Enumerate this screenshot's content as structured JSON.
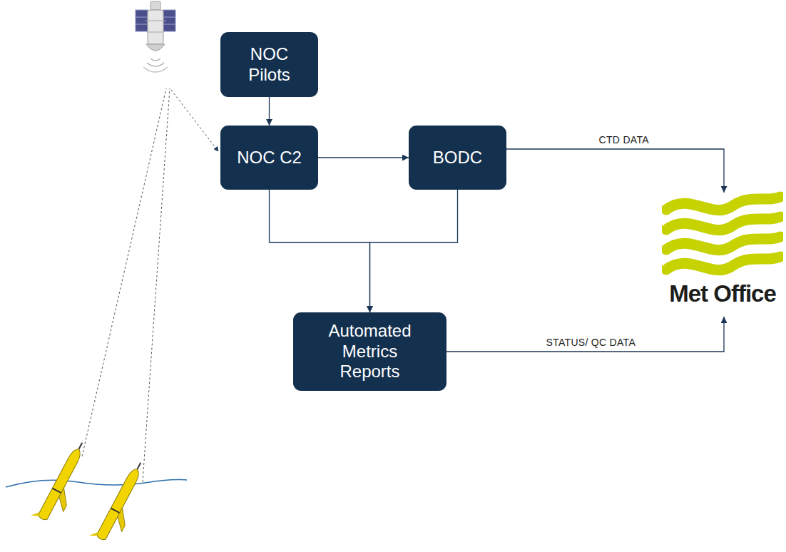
{
  "diagram": {
    "nodes": [
      {
        "text": [
          "NOC Pilots"
        ]
      },
      {
        "text": [
          "NOC C2"
        ]
      },
      {
        "text": [
          "BODC"
        ]
      },
      {
        "text": [
          "Automated Metrics Reports"
        ]
      },
      {
        "text": [
          "Met Office"
        ]
      }
    ],
    "edges": [
      {
        "from": 0,
        "to": 1,
        "arrow": "to"
      },
      {
        "from": 1,
        "to": 2,
        "arrow": "to"
      },
      {
        "from": 2,
        "to": 4,
        "label": "CTD DATA",
        "arrow": "to"
      },
      {
        "from": 1,
        "to": 3,
        "arrow": "to"
      },
      {
        "from": 2,
        "to": 3,
        "arrow": "to"
      },
      {
        "from": 3,
        "to": 4,
        "label": "STATUS/ QC DATA",
        "arrow": "to"
      }
    ]
  }
}
